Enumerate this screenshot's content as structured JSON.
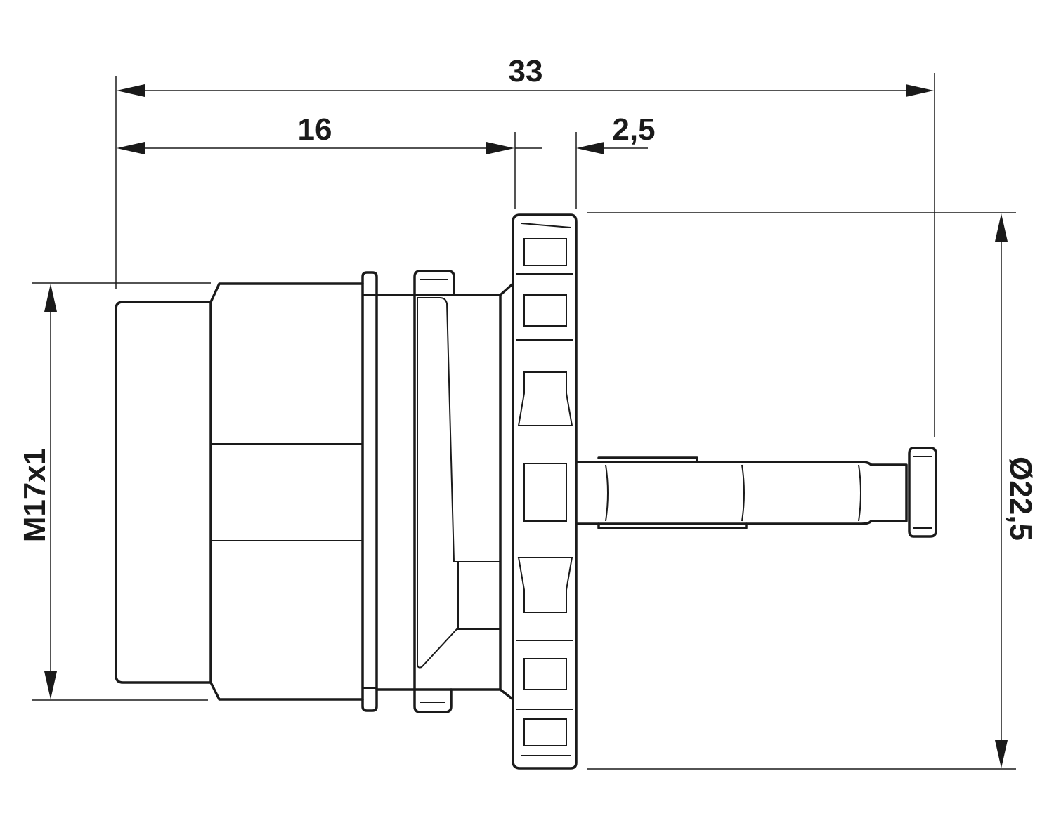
{
  "drawing": {
    "dimensions": {
      "overall_length": "33",
      "front_length": "16",
      "flange_thickness": "2,5",
      "thread": "M17x1",
      "flange_diameter": "Ø22,5"
    },
    "colors": {
      "line": "#1a1a1a",
      "background": "#ffffff"
    }
  }
}
